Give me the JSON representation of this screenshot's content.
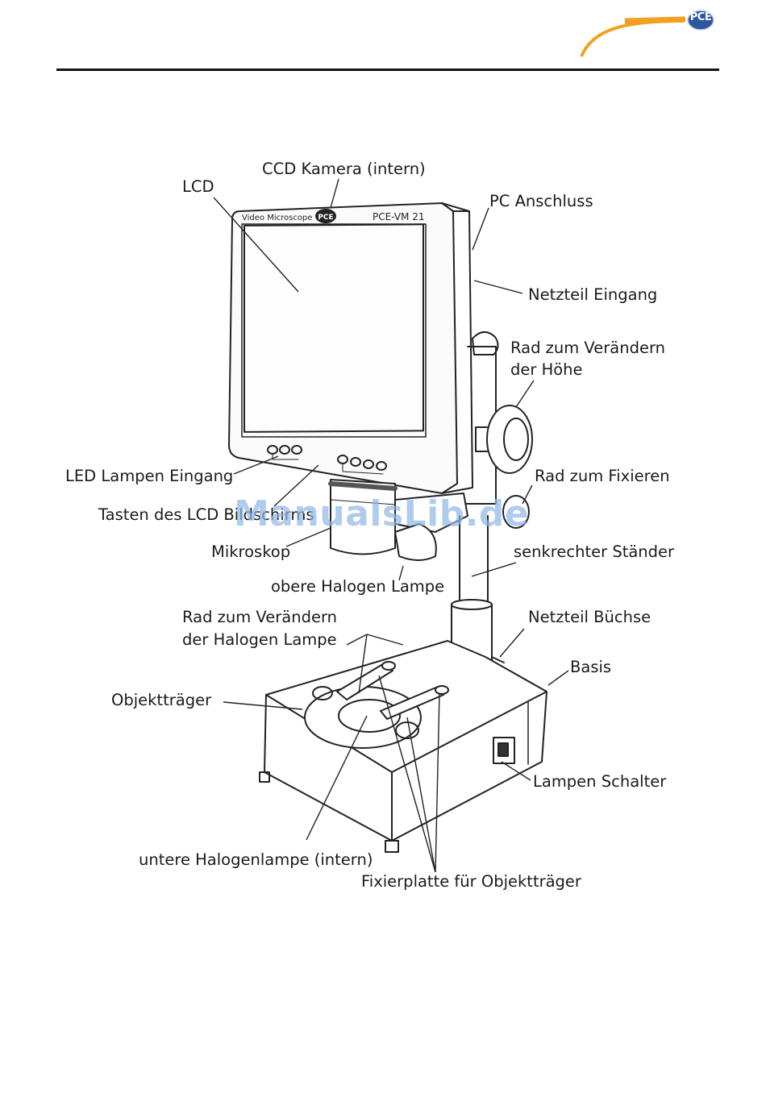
{
  "header": {
    "logo_text": "PCE",
    "brand_colors": {
      "swoosh": "#f2a01f",
      "badge": "#2f57a0",
      "rule": "#111111"
    }
  },
  "device": {
    "screen_title": "Video Microscope",
    "model": "PCE-VM 21",
    "badge": "PCE"
  },
  "labels": {
    "ccd": "CCD Kamera (intern)",
    "lcd": "LCD",
    "pc": "PC Anschluss",
    "netzteil_eingang": "Netzteil Eingang",
    "rad_hoehe_1": "Rad zum Verändern",
    "rad_hoehe_2": "der Höhe",
    "led": "LED Lampen Eingang",
    "rad_fix": "Rad zum Fixieren",
    "tasten": "Tasten des LCD Bildschirms",
    "mikroskop": "Mikroskop",
    "staender": "senkrechter Ständer",
    "obere": "obere Halogen Lampe",
    "rad_halogen_1": "Rad zum Verändern",
    "rad_halogen_2": "der Halogen Lampe",
    "netzteil_buchse": "Netzteil Büchse",
    "basis": "Basis",
    "objekt": "Objektträger",
    "schalter": "Lampen Schalter",
    "untere": "untere Halogenlampe (intern)",
    "fixierplatte": "Fixierplatte für Objektträger"
  },
  "watermark": "ManualsLib.de"
}
